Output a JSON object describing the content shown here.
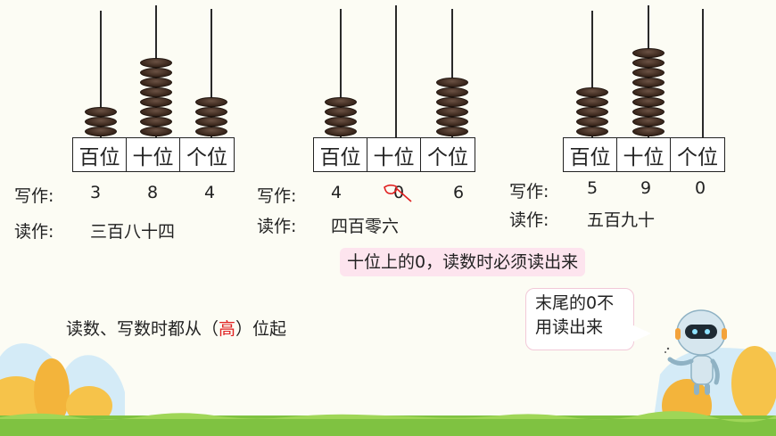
{
  "abaci": [
    {
      "labels": [
        "百位",
        "十位",
        "个位"
      ],
      "beads": [
        3,
        8,
        4
      ],
      "write_label": "写作:",
      "digits": [
        "3",
        "8",
        "4"
      ],
      "read_label": "读作:",
      "reading": "三百八十四"
    },
    {
      "labels": [
        "百位",
        "十位",
        "个位"
      ],
      "beads": [
        4,
        0,
        6
      ],
      "write_label": "写作:",
      "digits": [
        "4",
        "0",
        "6"
      ],
      "read_label": "读作:",
      "reading": "四百零六"
    },
    {
      "labels": [
        "百位",
        "十位",
        "个位"
      ],
      "beads": [
        5,
        9,
        0
      ],
      "write_label": "写作:",
      "digits": [
        "5",
        "9",
        "0"
      ],
      "read_label": "读作:",
      "reading": "五百九十"
    }
  ],
  "note_zero": "十位上的0，读数时必须读出来",
  "rule": {
    "prefix": "读数、写数时都从（",
    "answer": "高",
    "suffix": "）位起"
  },
  "bubble": {
    "line1": "末尾的0不",
    "line2": "用读出来"
  },
  "colors": {
    "bead": "#3e2a1f",
    "answer": "#e02020",
    "note_bg": "#fde4ee",
    "grass": "#7fc241"
  }
}
